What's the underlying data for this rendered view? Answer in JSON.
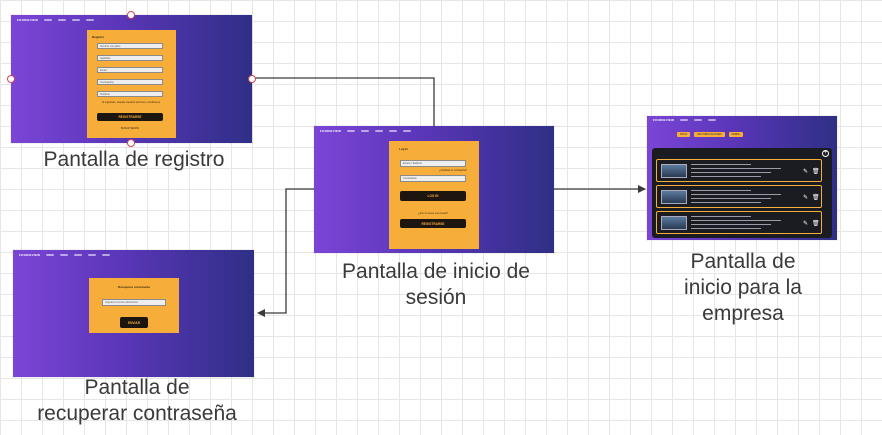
{
  "labels": {
    "registro": "Pantalla  de registro",
    "inicio_sesion": "Pantalla  de inicio de\nsesión",
    "recuperar": "Pantalla  de\nrecuperar contraseña",
    "empresa": "Pantalla de\ninicio para la\nempresa"
  },
  "mockups": {
    "brand": "FOODIEVIEW",
    "registro": {
      "title": "Registro",
      "fields": [
        "Nombre completo",
        "Apellidos",
        "Email",
        "Contraseña",
        "Teléfono"
      ],
      "terms": "Al registrarte, aceptas nuestros términos y condiciones",
      "button": "REGISTRARSE",
      "link": "INICIAR SESIÓN"
    },
    "login": {
      "title": "Log In",
      "fields": [
        "Email o Teléfono",
        "Contraseña"
      ],
      "forgot": "¿Olvidaste tu contraseña?",
      "button": "LOG IN",
      "question": "¿Aún no tienes una cuenta?",
      "register_button": "REGISTRARSE"
    },
    "recuperar": {
      "title": "Recuperar contraseña",
      "field": "Ingresa tu correo electrónico",
      "button": "ENVIAR"
    },
    "empresa": {
      "header_links": [
        "INICIO",
        "MIS PUBLICACIONES",
        "PERFIL"
      ],
      "add": "+"
    }
  },
  "colors": {
    "card": "#f6ad3a",
    "gradient_start": "#7b45d6",
    "gradient_end": "#2f2f86",
    "connector": "#3a3a3a",
    "handle": "#d0455a"
  }
}
